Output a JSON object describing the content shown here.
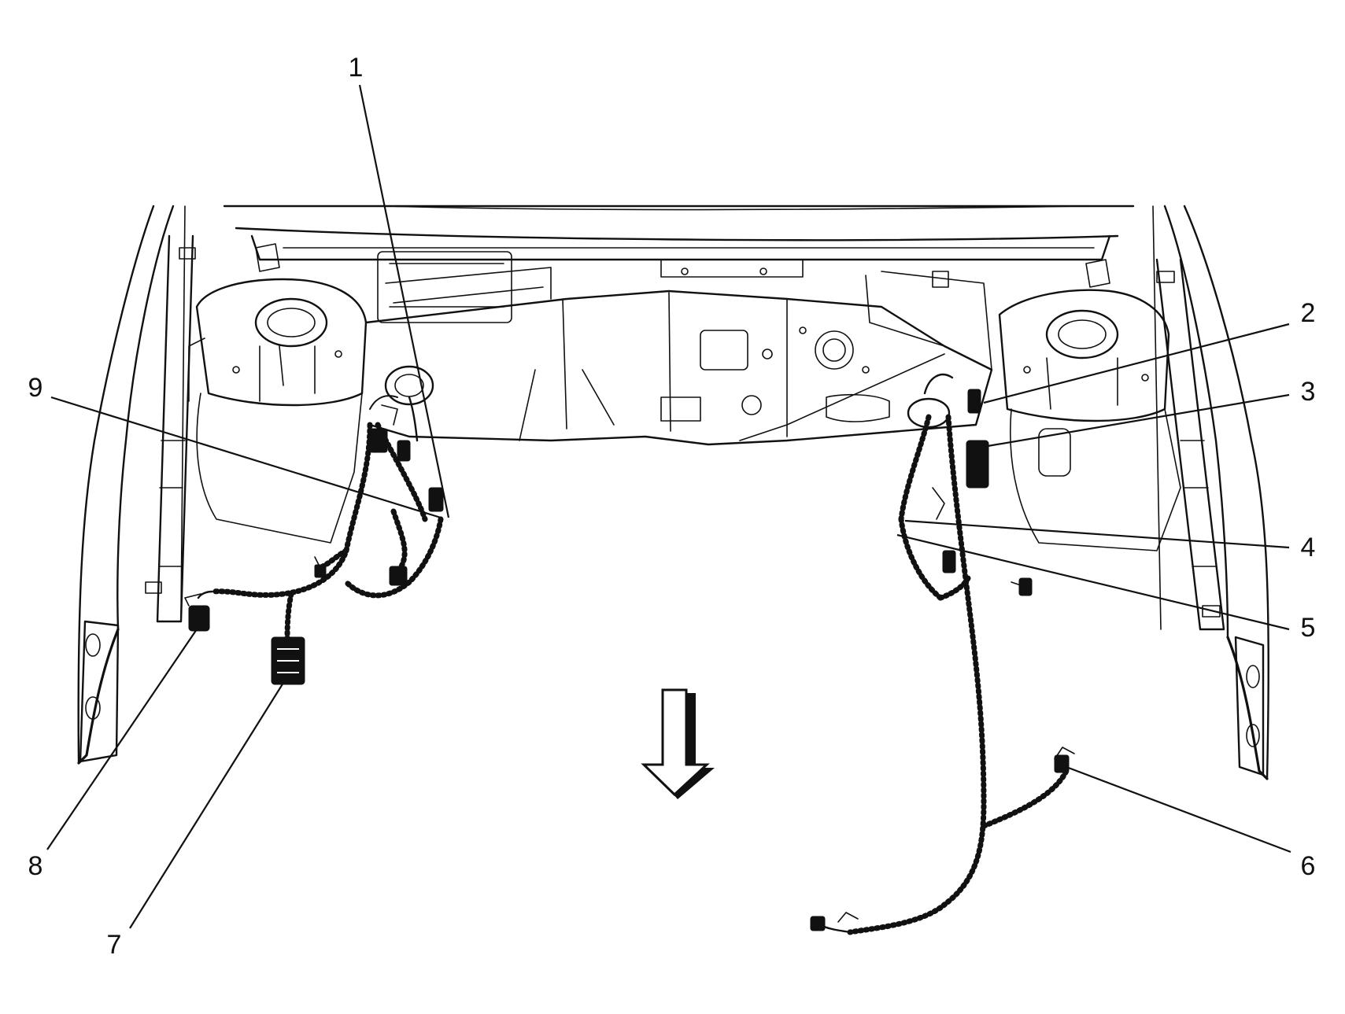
{
  "diagram": {
    "callouts": [
      {
        "id": "1",
        "label": "1"
      },
      {
        "id": "2",
        "label": "2"
      },
      {
        "id": "3",
        "label": "3"
      },
      {
        "id": "4",
        "label": "4"
      },
      {
        "id": "5",
        "label": "5"
      },
      {
        "id": "6",
        "label": "6"
      },
      {
        "id": "7",
        "label": "7"
      },
      {
        "id": "8",
        "label": "8"
      },
      {
        "id": "9",
        "label": "9"
      }
    ],
    "direction_arrow": {
      "icon": "arrow-down-icon"
    },
    "colors": {
      "ink": "#111111",
      "background": "#ffffff"
    }
  }
}
